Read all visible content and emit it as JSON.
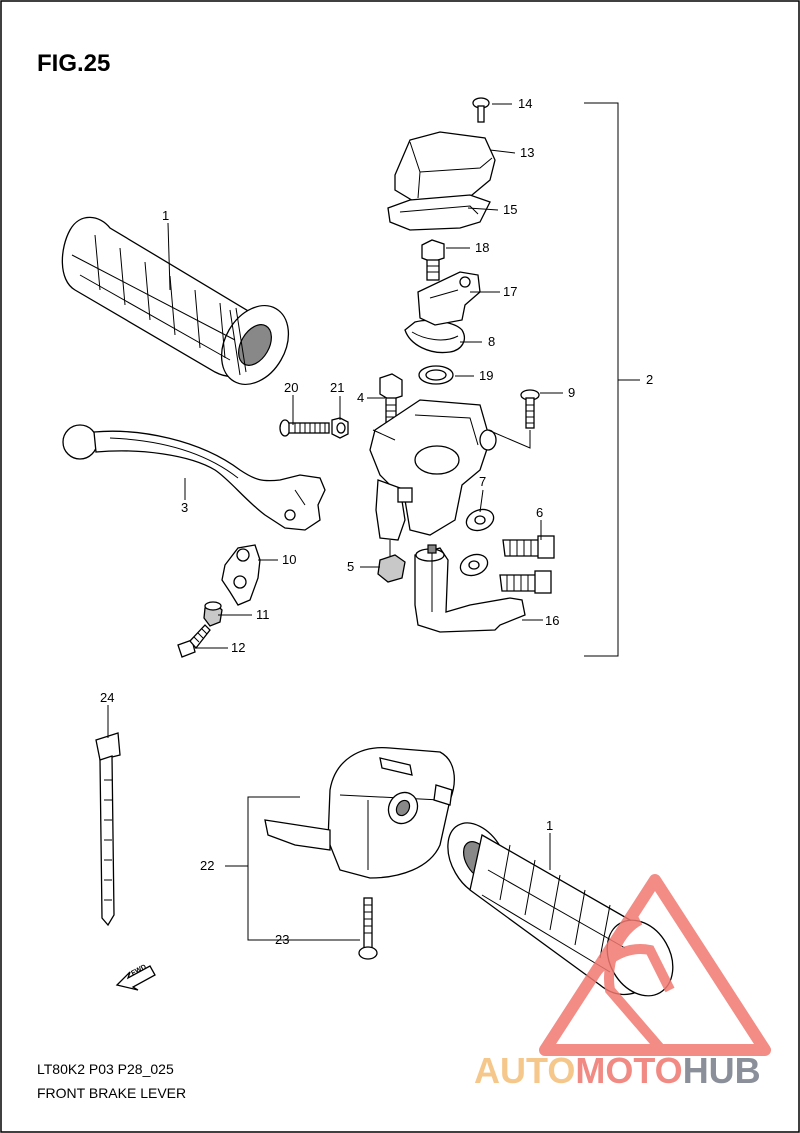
{
  "figure": {
    "title": "FIG.25",
    "code": "LT80K2 P03 P28_025",
    "caption": "FRONT BRAKE LEVER"
  },
  "labels": {
    "l1a": "1",
    "l1b": "1",
    "l2": "2",
    "l3": "3",
    "l4": "4",
    "l5": "5",
    "l6": "6",
    "l7": "7",
    "l8": "8",
    "l9": "9",
    "l10": "10",
    "l11": "11",
    "l12": "12",
    "l13": "13",
    "l14": "14",
    "l15": "15",
    "l16": "16",
    "l17": "17",
    "l18": "18",
    "l19": "19",
    "l20": "20",
    "l21": "21",
    "l22": "22",
    "l23": "23",
    "l24": "24"
  },
  "fwd_arrow": {
    "text": "FWD"
  },
  "watermark": {
    "part1": "AUTO",
    "part2": "MOTO",
    "part3": "HUB",
    "colors": {
      "auto": "#f6c78a",
      "moto": "#f28a84",
      "hub": "#8a8f99",
      "triangle": "#f07870"
    }
  },
  "colors": {
    "border": "#000000",
    "background": "#ffffff"
  }
}
